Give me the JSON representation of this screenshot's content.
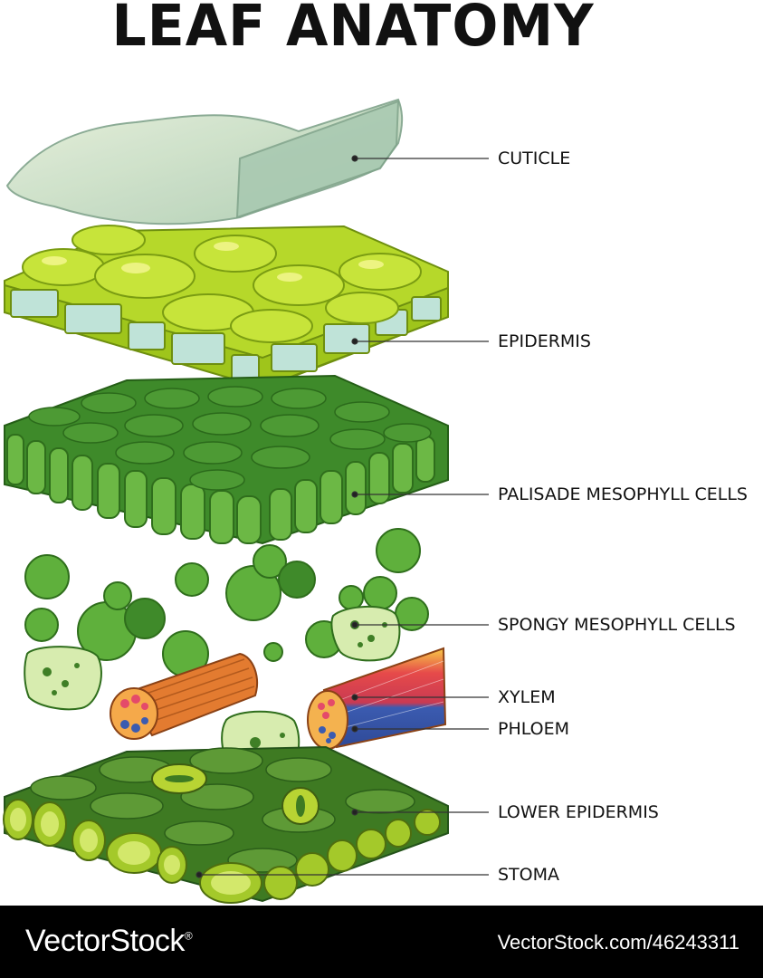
{
  "title": "LEAF ANATOMY",
  "labels": {
    "cuticle": "CUTICLE",
    "epidermis": "EPIDERMIS",
    "palisade": "PALISADE MESOPHYLL CELLS",
    "spongy": "SPONGY MESOPHYLL CELLS",
    "xylem": "XYLEM",
    "phloem": "PHLOEM",
    "lower_epidermis": "LOWER EPIDERMIS",
    "stoma": "STOMA"
  },
  "footer": {
    "brand": "VectorStock",
    "brand_mark": "®",
    "url": "VectorStock.com/46243311"
  },
  "colors": {
    "cuticle": "#c9dfc0",
    "epidermis": "#a6cc1c",
    "palisade": "#4e9a2e",
    "spongy": "#5aae3a",
    "xylem": "#e0442e",
    "phloem": "#3b5bb0",
    "lower_epidermis": "#3f7f26",
    "footer_bg": "#000000"
  }
}
